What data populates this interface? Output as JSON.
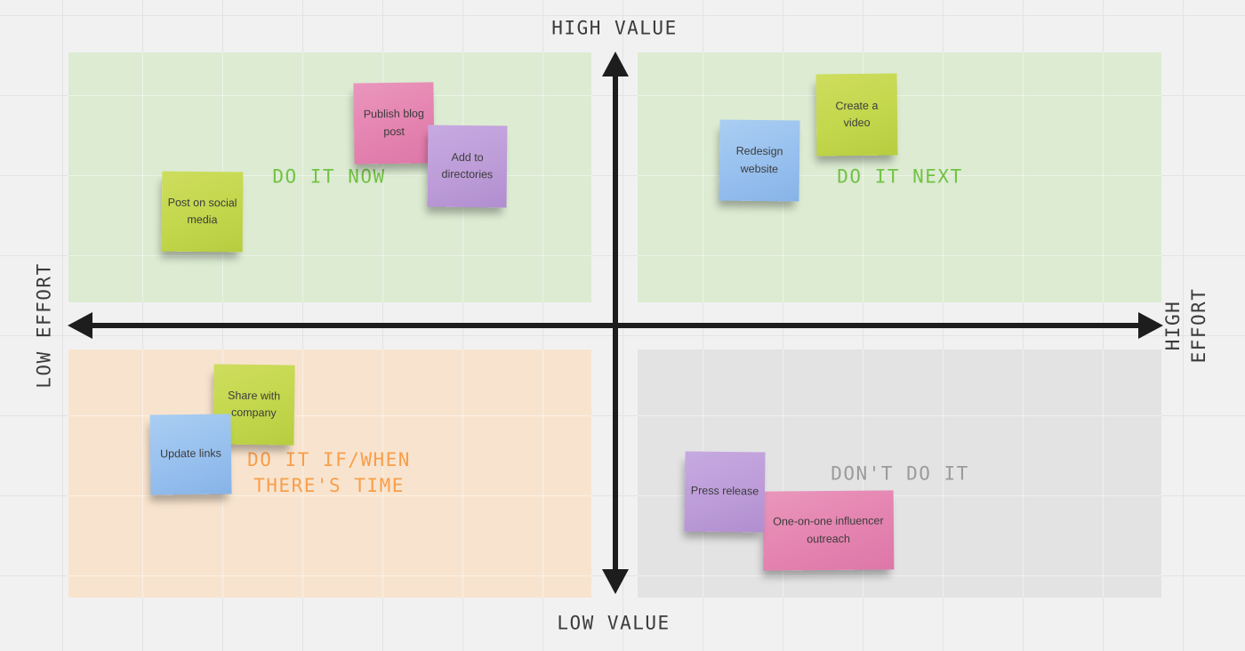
{
  "axes": {
    "top_label": "HIGH VALUE",
    "bottom_label": "LOW VALUE",
    "left_label": "LOW EFFORT",
    "right_label": "HIGH EFFORT",
    "arrow_color": "#1d1d1d",
    "label_color": "#3b3b3b"
  },
  "quadrants": [
    {
      "label": "DO IT NOW",
      "label_color": "#72c244",
      "fill": "#dcebd2",
      "position": "top-left",
      "notes": [
        {
          "text": "Publish blog post",
          "color": "#e483b0"
        },
        {
          "text": "Add to directories",
          "color": "#bd9cd8"
        },
        {
          "text": "Post on social media",
          "color": "#c3d74c"
        }
      ]
    },
    {
      "label": "DO IT NEXT",
      "label_color": "#72c244",
      "fill": "#dcebd2",
      "position": "top-right",
      "notes": [
        {
          "text": "Redesign website",
          "color": "#97c0ee"
        },
        {
          "text": "Create a video",
          "color": "#c3d74c"
        }
      ]
    },
    {
      "label": "DO IT IF/WHEN\nTHERE'S TIME",
      "label_color": "#f89e4b",
      "fill": "#f8e4ce",
      "position": "bottom-left",
      "notes": [
        {
          "text": "Share with company",
          "color": "#c3d74c"
        },
        {
          "text": "Update links",
          "color": "#97c0ee"
        }
      ]
    },
    {
      "label": "DON'T DO IT",
      "label_color": "#9b9b9b",
      "fill": "#e3e3e4",
      "position": "bottom-right",
      "notes": [
        {
          "text": "One-on-one influencer outreach",
          "color": "#e483b0"
        },
        {
          "text": "Press release",
          "color": "#bd9cd8"
        }
      ]
    }
  ]
}
